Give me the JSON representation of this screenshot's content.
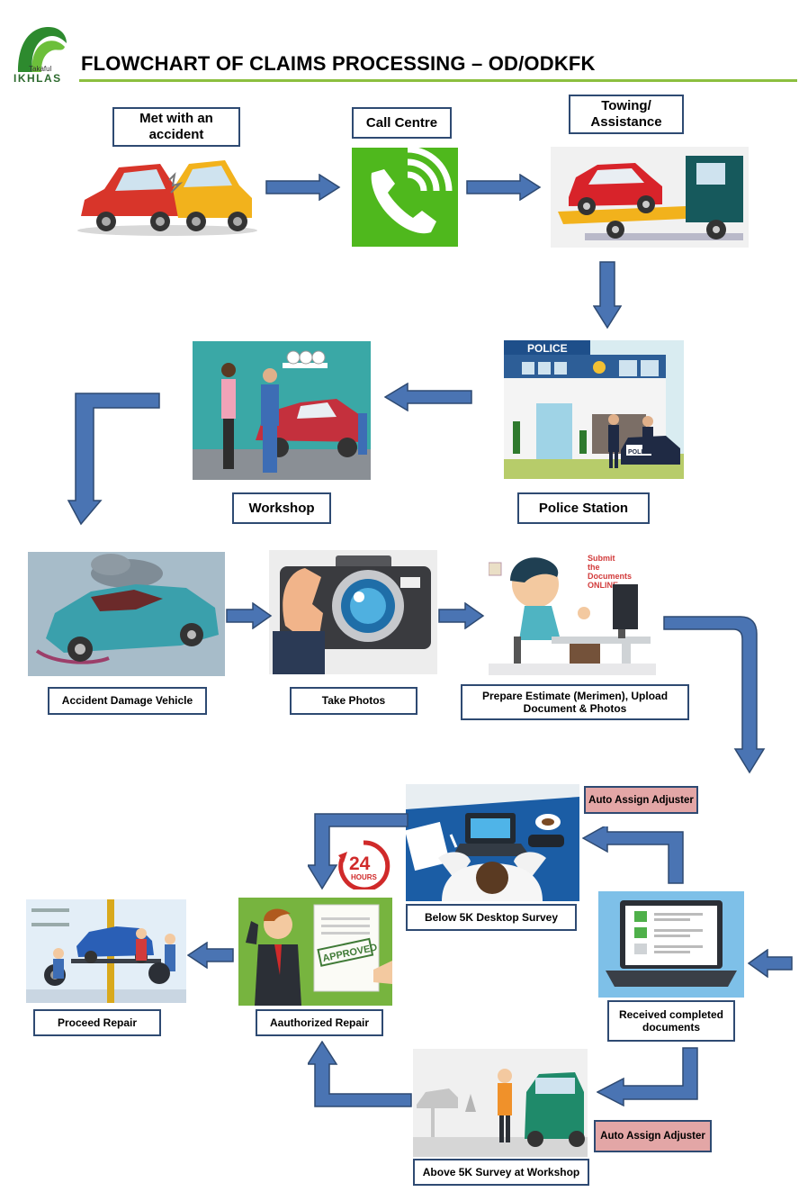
{
  "header": {
    "logo_small": "Takaful",
    "logo_main": "IKHLAS",
    "title": "FLOWCHART OF CLAIMS PROCESSING – OD/ODKFK"
  },
  "steps": {
    "accident": "Met with an accident",
    "call_centre": "Call Centre",
    "towing": "Towing/ Assistance",
    "police_station": "Police Station",
    "workshop": "Workshop",
    "damage_vehicle": "Accident Damage Vehicle",
    "take_photos": "Take Photos",
    "prepare_estimate": "Prepare Estimate (Merimen), Upload Document & Photos",
    "received_documents": "Received completed documents",
    "below_5k": "Below 5K Desktop Survey",
    "above_5k": "Above 5K Survey at Workshop",
    "auto_assign_1": "Auto Assign Adjuster",
    "auto_assign_2": "Auto Assign Adjuster",
    "authorized_repair": "Aauthorized Repair",
    "proceed_repair": "Proceed Repair"
  },
  "illustration_text": {
    "police_sign": "POLICE",
    "police_car": "POLICE",
    "submit_online": [
      "Submit",
      "the",
      "Documents",
      "ONLINE"
    ],
    "hours_number": "24",
    "hours_word": "HOURS",
    "approved_stamp": "APPROVED"
  },
  "colors": {
    "arrow_fill": "#4a74b3",
    "arrow_stroke": "#2e4a72",
    "label_border": "#2e4a72",
    "title_rule": "#8cbf3f",
    "adjuster_fill": "#e3a6a6",
    "call_green": "#4fb81d"
  },
  "icons": [
    "logo-leaf-icon",
    "crashed-cars-icon",
    "phone-icon",
    "tow-truck-icon",
    "police-station-icon",
    "workshop-icon",
    "damaged-car-icon",
    "camera-icon",
    "computer-user-icon",
    "desktop-survey-icon",
    "checklist-laptop-icon",
    "workshop-survey-icon",
    "approved-document-icon",
    "24-hours-icon",
    "repair-garage-icon"
  ]
}
